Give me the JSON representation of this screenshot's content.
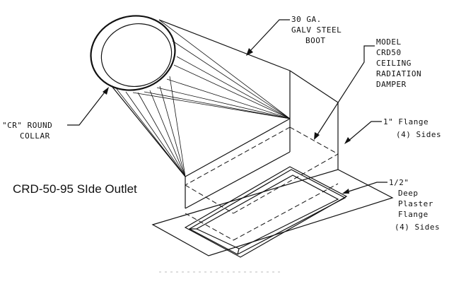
{
  "caption": "CRD-50-95 SIde Outlet",
  "callouts": {
    "boot": [
      "30 GA.",
      "GALV STEEL",
      "BOOT"
    ],
    "damper": [
      "MODEL",
      "CRD50",
      "CEILING",
      "RADIATION",
      "DAMPER"
    ],
    "collar": [
      "\"CR\" ROUND",
      "COLLAR"
    ],
    "flange": [
      "1\" Flange",
      "(4) Sides"
    ],
    "plaster": [
      "1/2\"",
      "Deep",
      "Plaster",
      "Flange",
      "(4) Sides"
    ]
  },
  "colors": {
    "line": "#111111",
    "background": "#ffffff"
  }
}
